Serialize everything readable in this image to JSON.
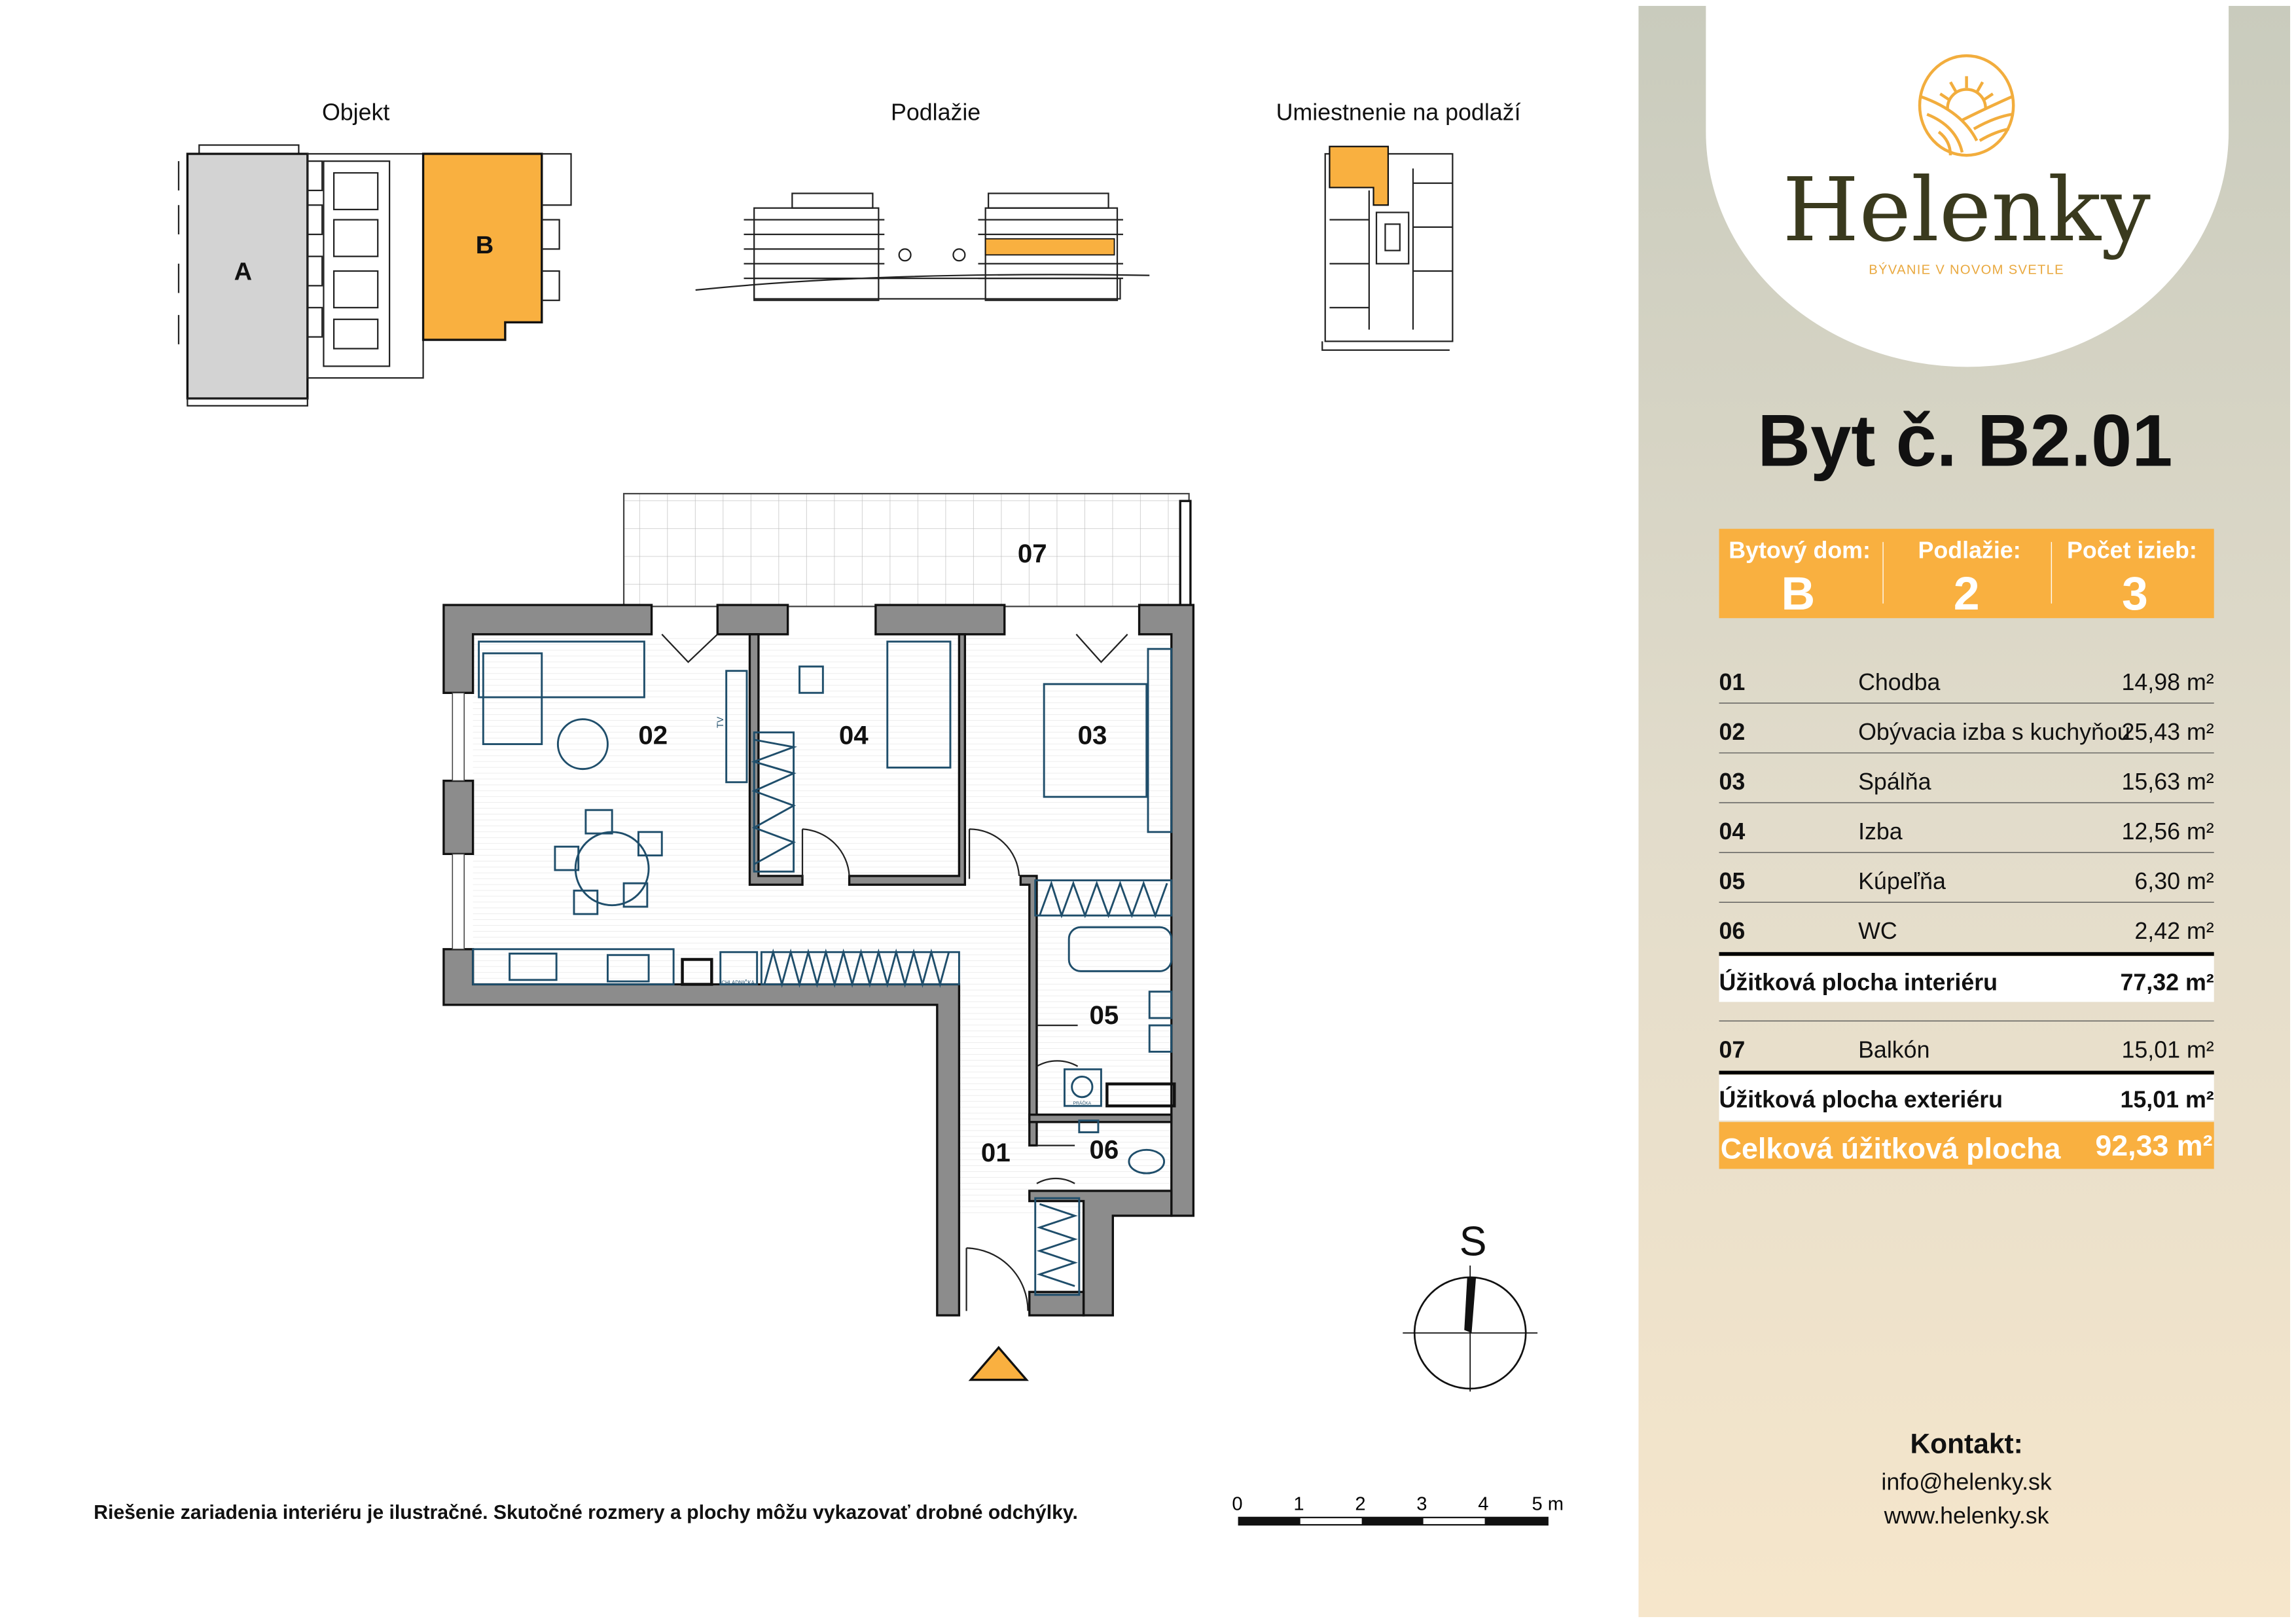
{
  "logo": {
    "name": "Helenky",
    "tagline": "BÝVANIE V NOVOM SVETLE"
  },
  "colors": {
    "accent": "#f9b040",
    "logo_text": "#3a3a1e",
    "wall": "#8c8c8c",
    "furniture": "#1f4e6b"
  },
  "header": {
    "objekt": "Objekt",
    "podlazie": "Podlažie",
    "umiestnenie": "Umiestnenie na podlaží",
    "building_a": "A",
    "building_b": "B"
  },
  "apartment": {
    "title": "Byt č. B2.01",
    "summary": [
      {
        "label": "Bytový dom:",
        "value": "B"
      },
      {
        "label": "Podlažie:",
        "value": "2"
      },
      {
        "label": "Počet izieb:",
        "value": "3"
      }
    ],
    "rooms": [
      {
        "no": "01",
        "name": "Chodba",
        "area": "14,98 m²"
      },
      {
        "no": "02",
        "name": "Obývacia izba s kuchyňou",
        "area": "25,43 m²"
      },
      {
        "no": "03",
        "name": "Spálňa",
        "area": "15,63 m²"
      },
      {
        "no": "04",
        "name": "Izba",
        "area": "12,56 m²"
      },
      {
        "no": "05",
        "name": "Kúpeľňa",
        "area": "6,30 m²"
      },
      {
        "no": "06",
        "name": "WC",
        "area": "2,42 m²"
      }
    ],
    "interior_total": {
      "label": "Úžitková plocha interiéru",
      "area": "77,32 m²"
    },
    "exterior_rooms": [
      {
        "no": "07",
        "name": "Balkón",
        "area": "15,01 m²"
      }
    ],
    "exterior_total": {
      "label": "Úžitková plocha exteriéru",
      "area": "15,01 m²"
    },
    "grand_total": {
      "label": "Celková úžitková plocha",
      "area": "92,33 m²"
    }
  },
  "plan": {
    "room_labels": [
      "07",
      "02",
      "04",
      "03",
      "05",
      "01",
      "06"
    ],
    "tv": "TV",
    "fridge": "CHLADNIČKA",
    "washer": "PRÁČKA",
    "compass": "S"
  },
  "scale": {
    "ticks": [
      "0",
      "1",
      "2",
      "3",
      "4",
      "5 m"
    ]
  },
  "disclaimer": "Riešenie zariadenia interiéru je ilustračné. Skutočné rozmery a plochy môžu vykazovať drobné odchýlky.",
  "contact": {
    "heading": "Kontakt:",
    "email": "info@helenky.sk",
    "web": "www.helenky.sk"
  }
}
